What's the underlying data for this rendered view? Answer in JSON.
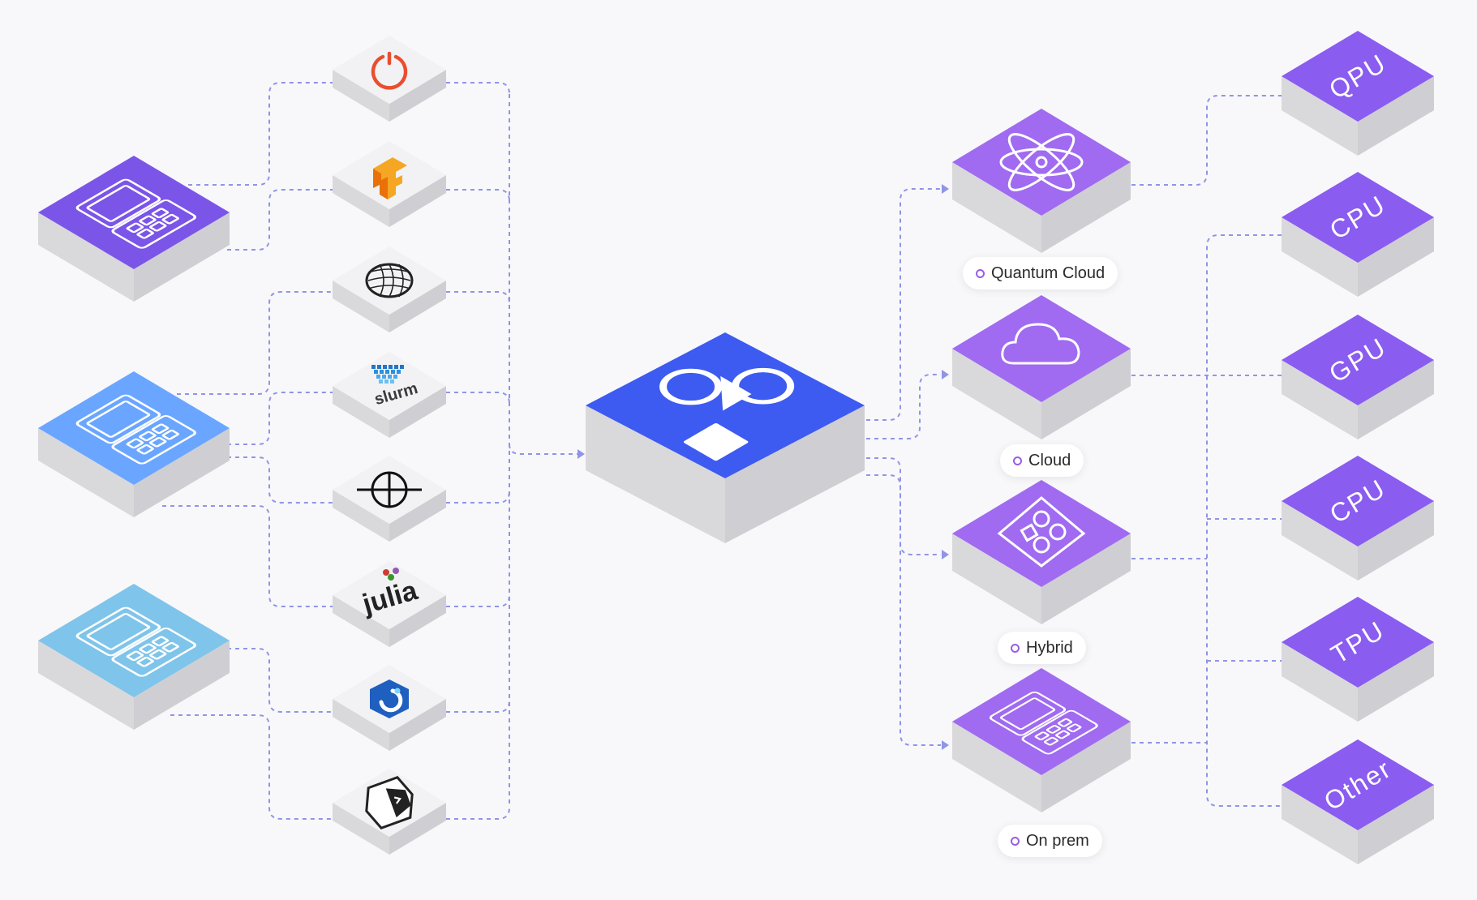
{
  "colors": {
    "background": "#f8f8fa",
    "connector": "#8f95e6",
    "tile_side": "#d9d9dc",
    "tile_side_dark": "#cfcfd3",
    "laptop_purple": "#7b55e8",
    "laptop_blue": "#6aa6ff",
    "laptop_sky": "#7fc4ea",
    "center_blue": "#3d5bf0",
    "deploy_purple": "#a06bf0",
    "hardware_purple": "#8a5cf0",
    "tool_top": "#f2f2f4"
  },
  "clients": [
    {
      "icon": "laptop-icon",
      "color": "laptop_purple"
    },
    {
      "icon": "laptop-icon",
      "color": "laptop_blue"
    },
    {
      "icon": "laptop-icon",
      "color": "laptop_sky"
    }
  ],
  "tools": [
    {
      "icon": "timer-power-icon"
    },
    {
      "icon": "tensorflow-logo-icon"
    },
    {
      "icon": "globe-sphere-icon"
    },
    {
      "icon": "slurm-logo-icon",
      "logo_text": "slurm"
    },
    {
      "icon": "crosshair-circle-icon"
    },
    {
      "icon": "julia-logo-icon",
      "logo_text": "julia"
    },
    {
      "icon": "hexagon-logo-icon"
    },
    {
      "icon": "terminal-hexagon-icon"
    }
  ],
  "center": {
    "icon": "shapes-logo-icon"
  },
  "deployments": [
    {
      "label": "Quantum Cloud",
      "icon": "atom-icon"
    },
    {
      "label": "Cloud",
      "icon": "cloud-icon"
    },
    {
      "label": "Hybrid",
      "icon": "hybrid-shapes-icon"
    },
    {
      "label": "On prem",
      "icon": "laptop-icon"
    }
  ],
  "hardware": [
    {
      "label": "QPU"
    },
    {
      "label": "CPU"
    },
    {
      "label": "GPU"
    },
    {
      "label": "CPU"
    },
    {
      "label": "TPU"
    },
    {
      "label": "Other"
    }
  ]
}
